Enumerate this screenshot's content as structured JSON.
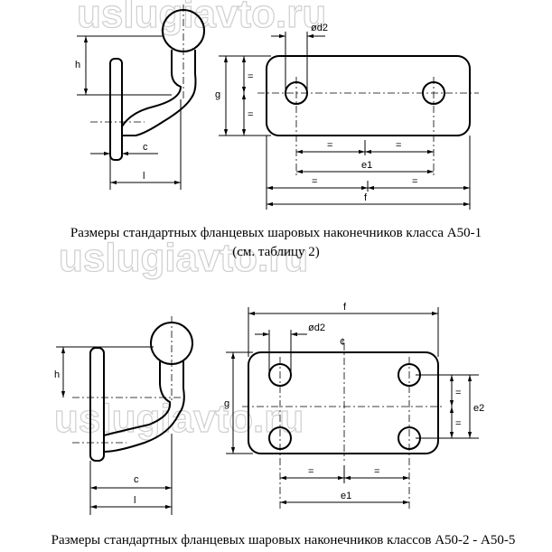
{
  "watermark": "uslugiavto.ru",
  "top_drawing": {
    "labels": {
      "h": "h",
      "c": "c",
      "l": "l",
      "g": "g",
      "d2": "ød2",
      "e1": "e1",
      "f": "f",
      "eq": "="
    },
    "caption_line1": "Размеры стандартных фланцевых шаровых наконечников класса А50-1",
    "caption_line2": "(см. таблицу 2)"
  },
  "bottom_drawing": {
    "labels": {
      "h": "h",
      "c": "c",
      "l": "l",
      "g": "g",
      "d2": "ød2",
      "e1": "e1",
      "e2": "e2",
      "f": "f",
      "cl": "¢",
      "eq": "="
    },
    "caption": "Размеры стандартных фланцевых шаровых наконечников классов А50-2 - А50-5"
  }
}
